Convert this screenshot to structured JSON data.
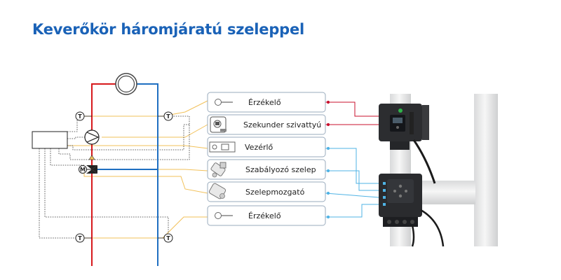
{
  "title": "Keverőkör háromjáratú szeleppel",
  "sensor_letter": "T",
  "motor_letter": "M",
  "components": [
    {
      "label": "Érzékelő",
      "icon": "sensor-icon"
    },
    {
      "label": "Szekunder szivattyú",
      "icon": "pump-icon"
    },
    {
      "label": "Vezérlő",
      "icon": "controller-icon"
    },
    {
      "label": "Szabályozó szelep",
      "icon": "valve-icon"
    },
    {
      "label": "Szelepmozgató",
      "icon": "actuator-icon"
    },
    {
      "label": "Érzékelő",
      "icon": "sensor-icon"
    }
  ],
  "colors": {
    "title": "#1a62b7",
    "supply": "#d7191c",
    "return": "#1f6fc1",
    "signal_yellow": "#f2c15a",
    "signal_red": "#c8102e",
    "signal_blue": "#4fb3e5",
    "box_border": "#9aabbd"
  }
}
